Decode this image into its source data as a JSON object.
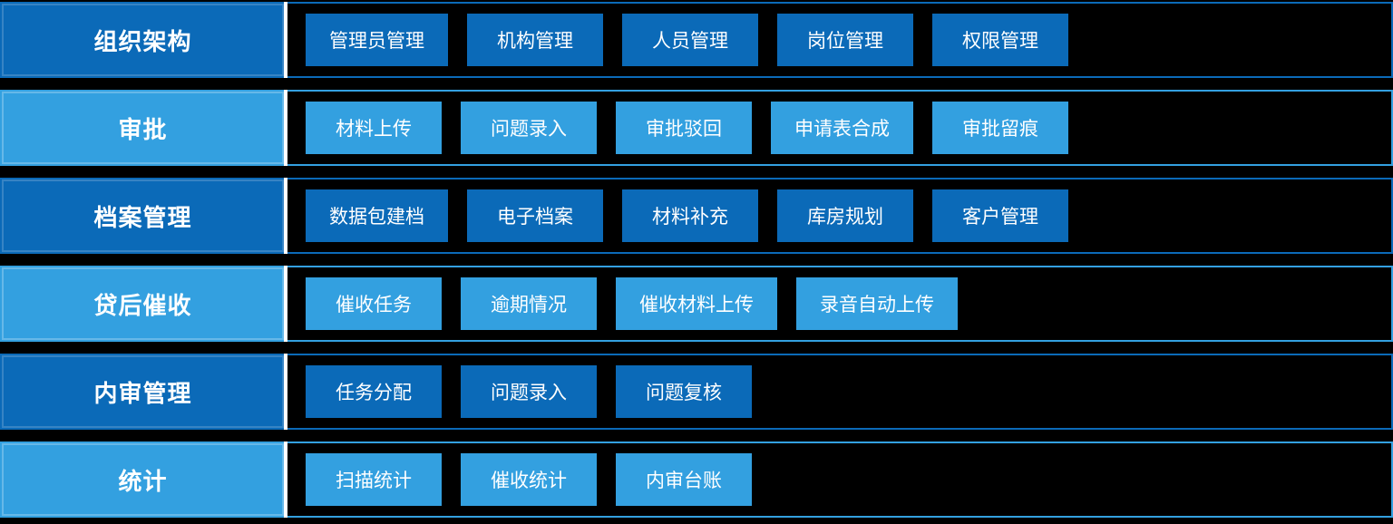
{
  "palette": {
    "dark_blue": "#0b6ab8",
    "light_blue": "#33a0e0",
    "background": "#000000",
    "divider": "#ffffff",
    "text": "#ffffff"
  },
  "rows": [
    {
      "label": "组织架构",
      "tone": "dark",
      "items": [
        "管理员管理",
        "机构管理",
        "人员管理",
        "岗位管理",
        "权限管理"
      ]
    },
    {
      "label": "审批",
      "tone": "light",
      "items": [
        "材料上传",
        "问题录入",
        "审批驳回",
        "申请表合成",
        "审批留痕"
      ]
    },
    {
      "label": "档案管理",
      "tone": "dark",
      "items": [
        "数据包建档",
        "电子档案",
        "材料补充",
        "库房规划",
        "客户管理"
      ]
    },
    {
      "label": "贷后催收",
      "tone": "light",
      "items": [
        "催收任务",
        "逾期情况",
        "催收材料上传",
        "录音自动上传"
      ]
    },
    {
      "label": "内审管理",
      "tone": "dark",
      "items": [
        "任务分配",
        "问题录入",
        "问题复核"
      ]
    },
    {
      "label": "统计",
      "tone": "light",
      "items": [
        "扫描统计",
        "催收统计",
        "内审台账"
      ]
    }
  ]
}
